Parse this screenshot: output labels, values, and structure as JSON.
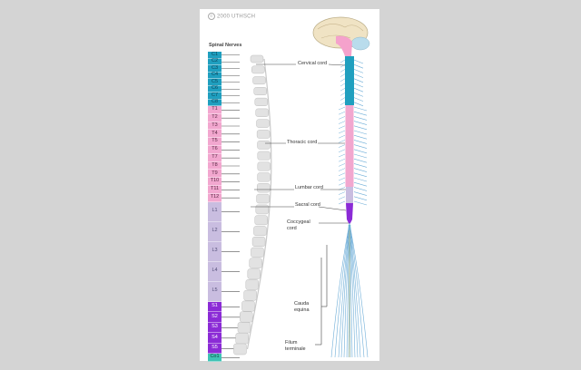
{
  "copyright": "2000 UTHSCH",
  "spinal_nerves_title": "Spinal Nerves",
  "colors": {
    "cervical": "#1f9fbf",
    "thoracic": "#f2a7cf",
    "lumbar": "#c9bde0",
    "sacral": "#8b2bd6",
    "coccygeal": "#3fc2b4",
    "brain": "#f0e3c4",
    "brainstem": "#f5a2cc",
    "cerebellum": "#b9dcec",
    "nerve": "#6faed8"
  },
  "segments": [
    {
      "group": "cervical",
      "label": "C1"
    },
    {
      "group": "cervical",
      "label": "C2"
    },
    {
      "group": "cervical",
      "label": "C3"
    },
    {
      "group": "cervical",
      "label": "C4"
    },
    {
      "group": "cervical",
      "label": "C5"
    },
    {
      "group": "cervical",
      "label": "C6"
    },
    {
      "group": "cervical",
      "label": "C7"
    },
    {
      "group": "cervical",
      "label": "C8"
    },
    {
      "group": "thoracic",
      "label": "T1"
    },
    {
      "group": "thoracic",
      "label": "T2"
    },
    {
      "group": "thoracic",
      "label": "T3"
    },
    {
      "group": "thoracic",
      "label": "T4"
    },
    {
      "group": "thoracic",
      "label": "T5"
    },
    {
      "group": "thoracic",
      "label": "T6"
    },
    {
      "group": "thoracic",
      "label": "T7"
    },
    {
      "group": "thoracic",
      "label": "T8"
    },
    {
      "group": "thoracic",
      "label": "T9"
    },
    {
      "group": "thoracic",
      "label": "T10"
    },
    {
      "group": "thoracic",
      "label": "T11"
    },
    {
      "group": "thoracic",
      "label": "T12"
    },
    {
      "group": "lumbar",
      "label": "L1"
    },
    {
      "group": "lumbar",
      "label": "L2"
    },
    {
      "group": "lumbar",
      "label": "L3"
    },
    {
      "group": "lumbar",
      "label": "L4"
    },
    {
      "group": "lumbar",
      "label": "L5"
    },
    {
      "group": "sacral",
      "label": "S1"
    },
    {
      "group": "sacral",
      "label": "S2"
    },
    {
      "group": "sacral",
      "label": "S3"
    },
    {
      "group": "sacral",
      "label": "S4"
    },
    {
      "group": "sacral",
      "label": "S5"
    },
    {
      "group": "coccygeal",
      "label": "Co1"
    }
  ],
  "labels": {
    "cervical_cord": "Cervical cord",
    "thoracic_cord": "Thoracic cord",
    "lumbar_cord": "Lumbar cord",
    "sacral_cord": "Sacral cord",
    "coccygeal_cord": "Coccygeal cord",
    "cauda_equina": "Cauda equina",
    "filum_terminale": "Filum terminale"
  }
}
